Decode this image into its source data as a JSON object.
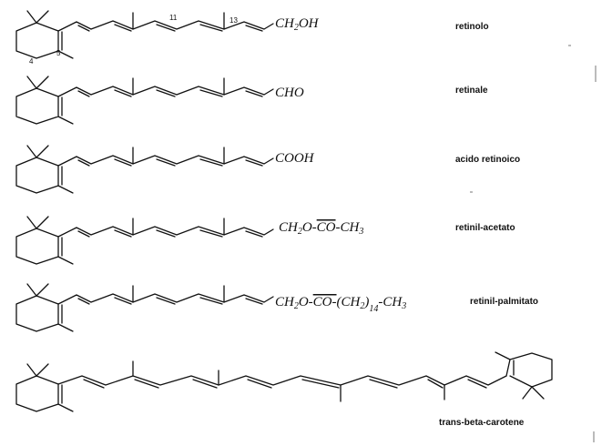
{
  "compounds": [
    {
      "name": "retinolo",
      "group": "CH2OH",
      "group_parts": [
        "CH",
        "2",
        "OH"
      ]
    },
    {
      "name": "retinale",
      "group": "CHO"
    },
    {
      "name": "acido retinoico",
      "group": "COOH"
    },
    {
      "name": "retinil-acetato",
      "group": "CH2O-CO-CH3",
      "group_parts": [
        "CH",
        "2",
        "O-",
        "CO",
        "-CH",
        "3"
      ]
    },
    {
      "name": "retinil-palmitato",
      "group": "CH2O-CO-(CH2)14-CH3",
      "group_parts": [
        "CH",
        "2",
        "O-",
        "CO-",
        "(CH",
        "2",
        ")",
        "14",
        "-CH",
        "3"
      ]
    },
    {
      "name": "trans-beta-carotene",
      "group": ""
    }
  ],
  "atom_numbers": {
    "c4": "4",
    "c5": "5",
    "c11": "11",
    "c13": "13"
  }
}
